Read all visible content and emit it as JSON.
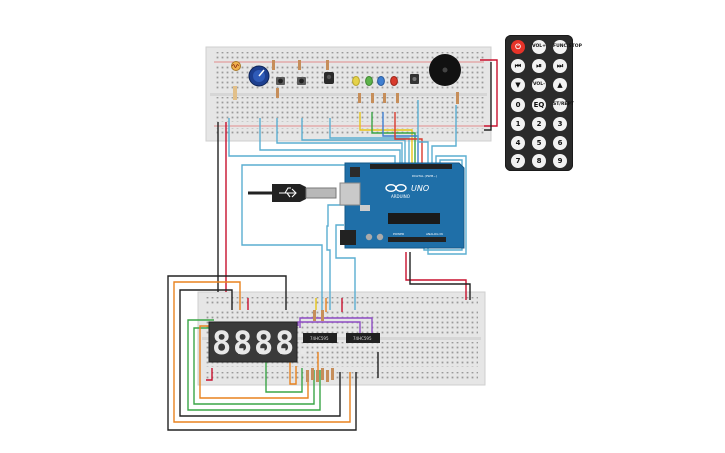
{
  "arduino": {
    "brand": "ARDUINO",
    "model": "UNO",
    "label_digital": "DIGITAL (PWM~)",
    "label_power": "POWER",
    "label_analog": "ANALOG IN"
  },
  "chips": [
    {
      "label": "74HC595"
    },
    {
      "label": "74HC595"
    }
  ],
  "seven_segment": {
    "digits": [
      "8.",
      "8.",
      "8.",
      "8."
    ]
  },
  "remote": {
    "buttons": [
      {
        "id": "power",
        "glyph": "⏻"
      },
      {
        "id": "vol-up",
        "glyph": "VOL+"
      },
      {
        "id": "func-stop",
        "glyph": "FUNC/STOP"
      },
      {
        "id": "rewind",
        "glyph": "⏮"
      },
      {
        "id": "play-pause",
        "glyph": "⏯"
      },
      {
        "id": "forward",
        "glyph": "⏭"
      },
      {
        "id": "down",
        "glyph": "▼"
      },
      {
        "id": "vol-down",
        "glyph": "VOL-"
      },
      {
        "id": "up",
        "glyph": "▲"
      },
      {
        "id": "num-0",
        "glyph": "0"
      },
      {
        "id": "eq",
        "glyph": "EQ"
      },
      {
        "id": "st-rept",
        "glyph": "ST/REPT"
      },
      {
        "id": "num-1",
        "glyph": "1"
      },
      {
        "id": "num-2",
        "glyph": "2"
      },
      {
        "id": "num-3",
        "glyph": "3"
      },
      {
        "id": "num-4",
        "glyph": "4"
      },
      {
        "id": "num-5",
        "glyph": "5"
      },
      {
        "id": "num-6",
        "glyph": "6"
      },
      {
        "id": "num-7",
        "glyph": "7"
      },
      {
        "id": "num-8",
        "glyph": "8"
      },
      {
        "id": "num-9",
        "glyph": "9"
      }
    ]
  },
  "colors": {
    "breadboard": "#e6e6e6",
    "board": "#1f6fa8",
    "wire_blue": "#5aaed1",
    "wire_red": "#c8102e",
    "wire_black": "#222222",
    "wire_green": "#3aa547",
    "wire_orange": "#e8821e",
    "wire_purple": "#8e4cc4",
    "wire_yellow": "#e7c416",
    "led_red": "#d83a2c",
    "led_yellow": "#e5d24a",
    "led_green": "#5db34a",
    "led_blue": "#3f7fd1",
    "remote_body": "#2b2b2b",
    "remote_power": "#e63329"
  }
}
